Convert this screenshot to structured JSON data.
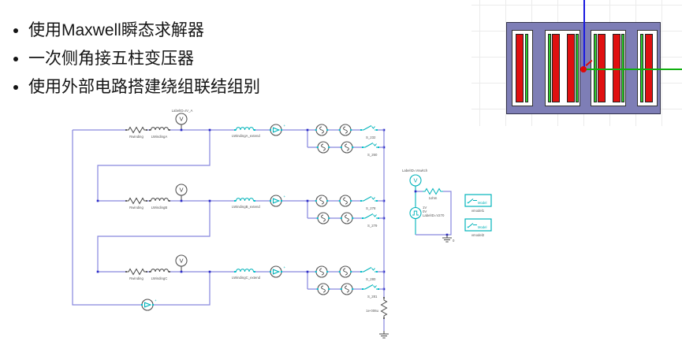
{
  "slide": {
    "bullets": [
      "使用Maxwell瞬态求解器",
      "一次侧角接五柱变压器",
      "使用外部电路搭建绕组联结组别"
    ]
  },
  "circuit": {
    "volt_letter": "V",
    "plus_mark": "+",
    "phases": [
      {
        "voltmeter_label": "LabelID=IV_A",
        "r_label": "Rwinding",
        "l_label": "LWindingA",
        "ext_label": "LWindingA_extend",
        "sw_top": "S_232",
        "sw_bot": "S_260"
      },
      {
        "voltmeter_label": "",
        "r_label": "Rwinding",
        "l_label": "LWindingB",
        "ext_label": "LWindingB_extend",
        "sw_top": "S_278",
        "sw_bot": "S_279"
      },
      {
        "voltmeter_label": "",
        "r_label": "Rwinding",
        "l_label": "LWindingC",
        "ext_label": "LWindingC_extend",
        "sw_top": "S_280",
        "sw_bot": "S_281"
      }
    ],
    "shunt_label": "1e-006u",
    "vswitch": {
      "title": "LabelID=Vswitch",
      "resistor_label": "1ohm",
      "v1": "1V",
      "v0": "0V",
      "source_label": "LabelID=V270",
      "ground_label": "0"
    },
    "models": [
      {
        "box": "Model",
        "name": "vmodel1"
      },
      {
        "box": "Model",
        "name": "vmodel2"
      }
    ]
  },
  "palette": {
    "wire_blue": "#8686de",
    "component_teal": "#00b3ba",
    "junction_blue": "#2a2ac8",
    "core_purple": "#7e7eb6",
    "winding_red": "#e01010",
    "winding_green": "#2ecc2e",
    "axis_blue": "#1a1ae0",
    "axis_green": "#0faf0f"
  }
}
